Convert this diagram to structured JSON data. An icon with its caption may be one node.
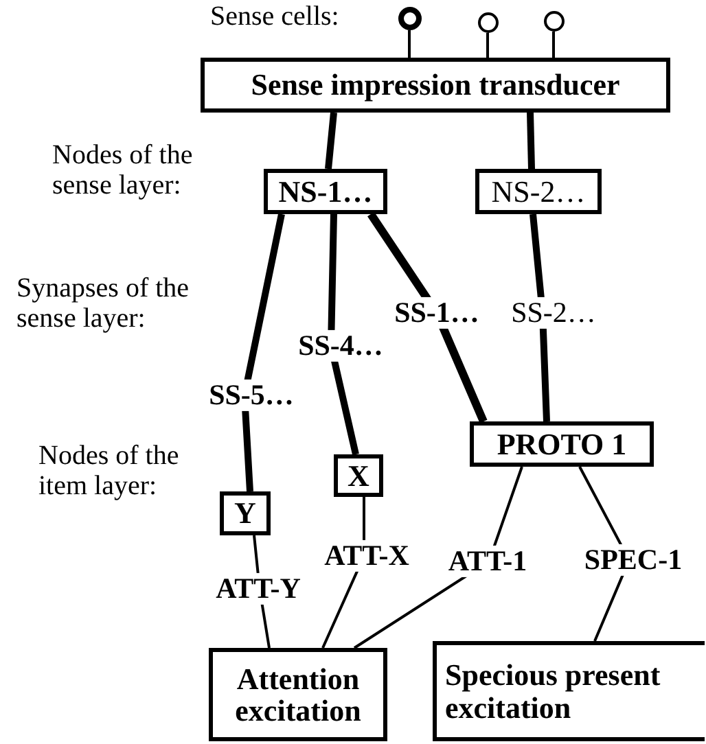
{
  "diagram": {
    "nodes": [
      {
        "text": [],
        "shape": "circle"
      },
      {
        "text": [],
        "shape": "circle"
      },
      {
        "text": [],
        "shape": "circle"
      },
      {
        "text": [
          "Sense impression transducer"
        ]
      },
      {
        "text": [
          "NS-1…"
        ]
      },
      {
        "text": [
          "NS-2…"
        ]
      },
      {
        "text": [
          "PROTO 1"
        ]
      },
      {
        "text": [
          "X"
        ]
      },
      {
        "text": [
          "Y"
        ]
      },
      {
        "text": [
          "Attention excitation"
        ]
      },
      {
        "text": [
          "Specious present excitation"
        ]
      }
    ],
    "edges": [
      {
        "from": 0,
        "to": 3,
        "arrow": "none"
      },
      {
        "from": 1,
        "to": 3,
        "arrow": "none"
      },
      {
        "from": 2,
        "to": 3,
        "arrow": "none"
      },
      {
        "from": 3,
        "to": 4,
        "arrow": "none",
        "style": "thick"
      },
      {
        "from": 3,
        "to": 5,
        "arrow": "none",
        "style": "thick"
      },
      {
        "from": 4,
        "to": 8,
        "label": "SS-5…",
        "arrow": "none",
        "style": "thick"
      },
      {
        "from": 4,
        "to": 7,
        "label": "SS-4…",
        "arrow": "none",
        "style": "thick"
      },
      {
        "from": 4,
        "to": 6,
        "label": "SS-1…",
        "arrow": "none",
        "style": "thick"
      },
      {
        "from": 5,
        "to": 6,
        "label": "SS-2…",
        "arrow": "none",
        "style": "thick"
      },
      {
        "from": 8,
        "to": 9,
        "label": "ATT-Y",
        "arrow": "none"
      },
      {
        "from": 7,
        "to": 9,
        "label": "ATT-X",
        "arrow": "none"
      },
      {
        "from": 6,
        "to": 9,
        "label": "ATT-1",
        "arrow": "none"
      },
      {
        "from": 6,
        "to": 10,
        "label": "SPEC-1",
        "arrow": "none"
      }
    ],
    "labels": [
      "Sense cells:",
      "Nodes of the sense layer:",
      "Synapses of the sense layer:",
      "Nodes of the item layer:"
    ]
  }
}
